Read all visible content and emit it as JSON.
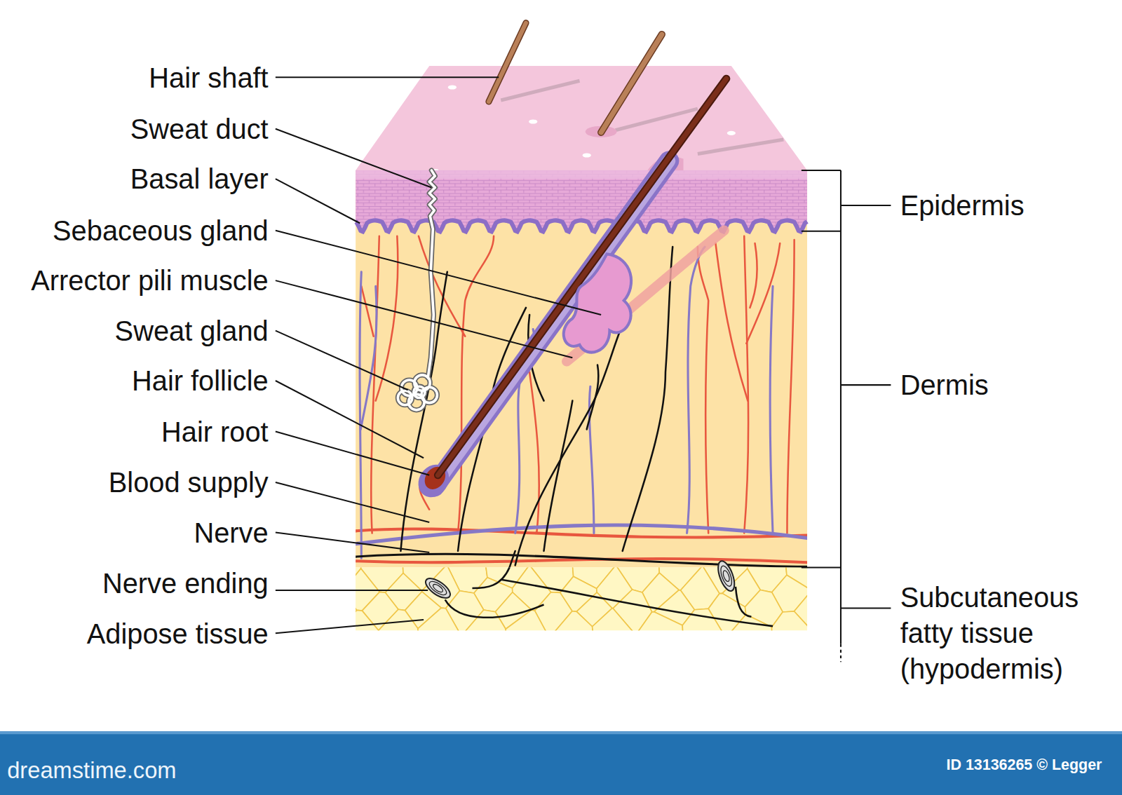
{
  "diagram": {
    "labels": [
      "Hair shaft",
      "Sweat duct",
      "Basal layer",
      "Sebaceous gland",
      "Arrector pili muscle",
      "Sweat gland",
      "Hair follicle",
      "Hair root",
      "Blood supply",
      "Nerve",
      "Nerve ending",
      "Adipose tissue",
      "Epidermis",
      "Dermis",
      "Subcutaneous fatty tissue (hypodermis)",
      "dreamstime.com",
      "ID 13136265 © Legger"
    ]
  }
}
